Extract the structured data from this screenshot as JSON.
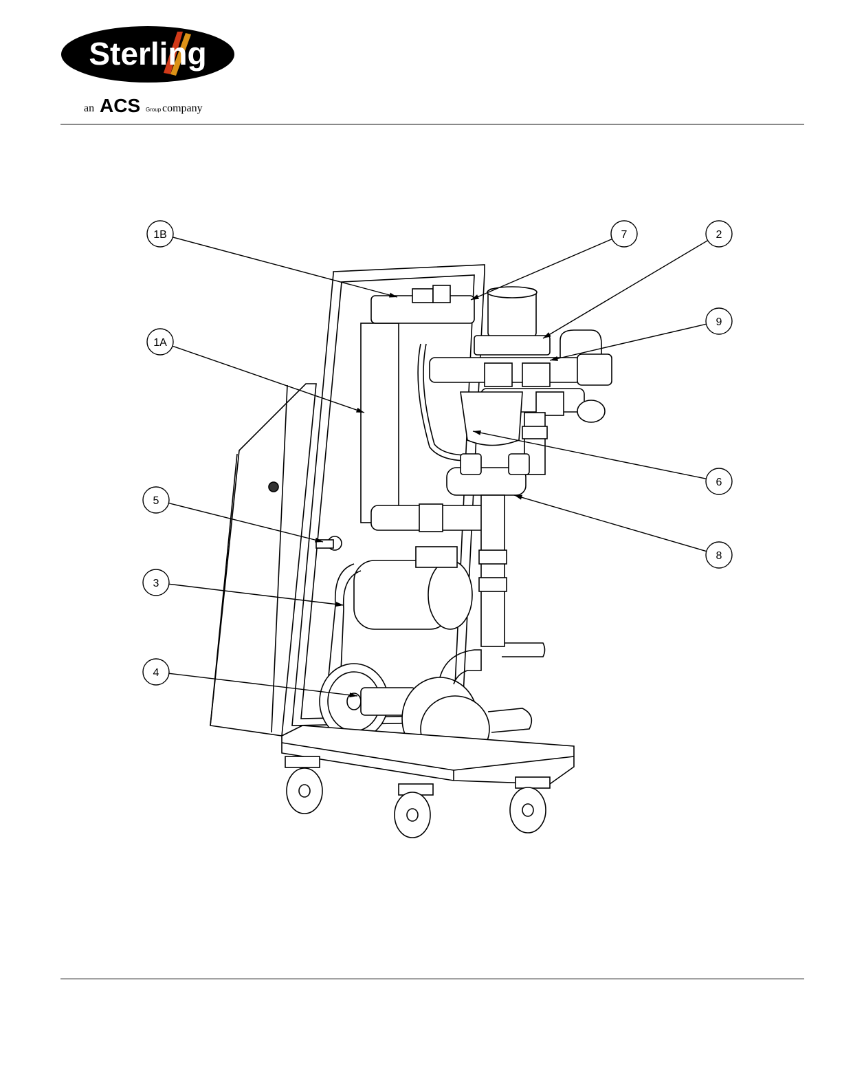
{
  "logo": {
    "brand": "Sterling",
    "tagline_prefix": "an",
    "tagline_acs": "ACS",
    "tagline_group": "Group",
    "tagline_suffix": "company"
  },
  "callouts": [
    {
      "id": "1B"
    },
    {
      "id": "7"
    },
    {
      "id": "2"
    },
    {
      "id": "9"
    },
    {
      "id": "1A"
    },
    {
      "id": "6"
    },
    {
      "id": "5"
    },
    {
      "id": "8"
    },
    {
      "id": "3"
    },
    {
      "id": "4"
    }
  ]
}
